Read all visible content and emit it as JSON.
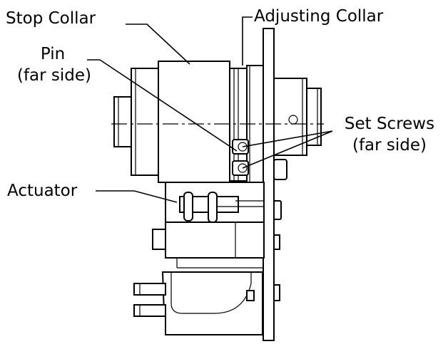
{
  "labels": {
    "stop_collar": "Stop Collar",
    "adjusting_collar": "Adjusting Collar",
    "pin_line1": "Pin",
    "pin_line2": "(far side)",
    "set_screws_line1": "Set Screws",
    "set_screws_line2": "(far side)",
    "actuator": "Actuator"
  },
  "colors": {
    "line": "#000000",
    "background": "#ffffff"
  }
}
